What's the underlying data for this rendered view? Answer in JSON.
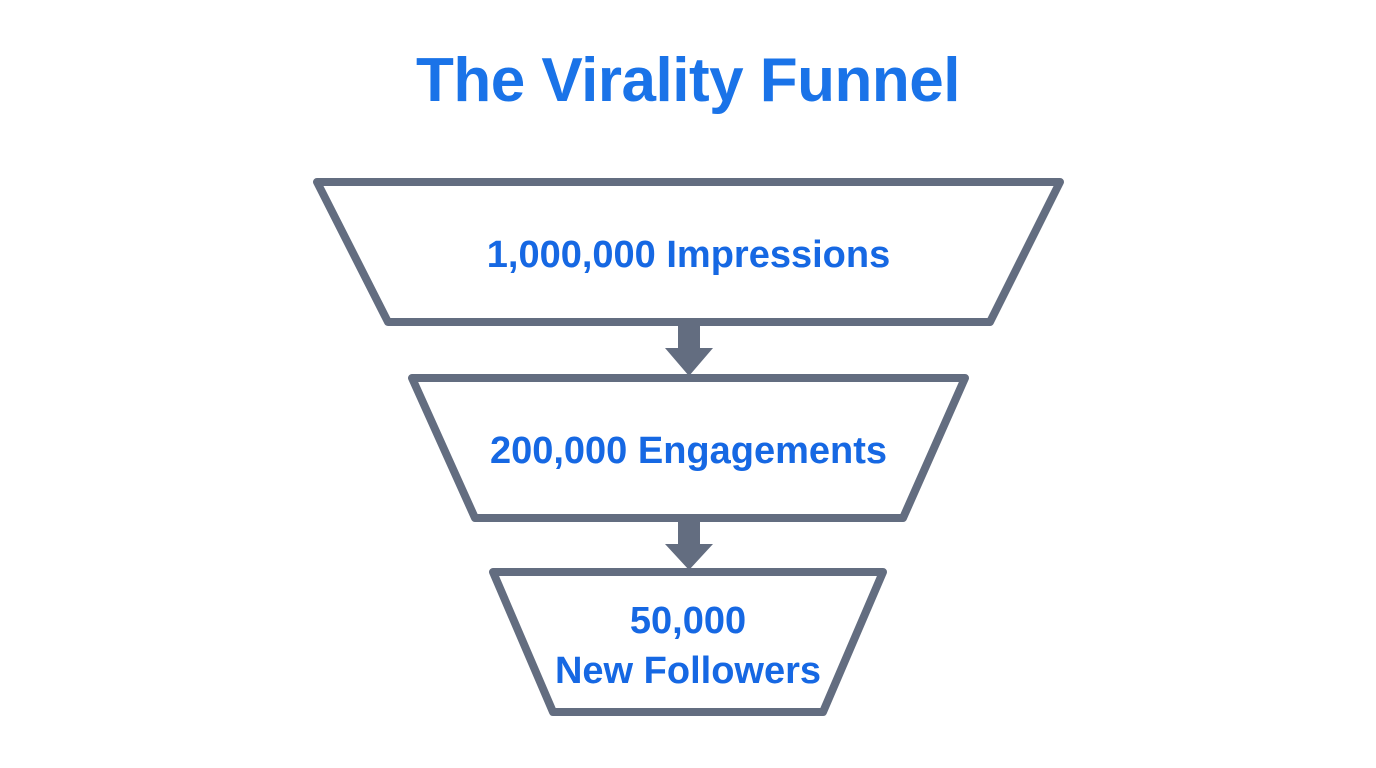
{
  "diagram": {
    "title": "The Virality Funnel",
    "type": "funnel",
    "background_color": "#ffffff",
    "accent_color": "#1a73e8",
    "stroke_color": "#636d80",
    "stages": [
      {
        "label": "1,000,000 Impressions",
        "value": 1000000,
        "metric": "Impressions",
        "value_text": "1,000,000"
      },
      {
        "label": "200,000 Engagements",
        "value": 200000,
        "metric": "Engagements",
        "value_text": "200,000"
      },
      {
        "label_line1": "50,000",
        "label_line2": "New Followers",
        "value": 50000,
        "metric": "New Followers",
        "value_text": "50,000"
      }
    ],
    "connectors": [
      {
        "name": "arrow-stage1-to-stage2",
        "glyph": "down-arrow"
      },
      {
        "name": "arrow-stage2-to-stage3",
        "glyph": "down-arrow"
      }
    ]
  },
  "chart_data": {
    "type": "funnel",
    "title": "The Virality Funnel",
    "categories": [
      "Impressions",
      "Engagements",
      "New Followers"
    ],
    "values": [
      1000000,
      200000,
      50000
    ],
    "value_labels": [
      "1,000,000 Impressions",
      "200,000 Engagements",
      "50,000 New Followers"
    ],
    "xlabel": "",
    "ylabel": "",
    "legend": [],
    "grid": false
  }
}
